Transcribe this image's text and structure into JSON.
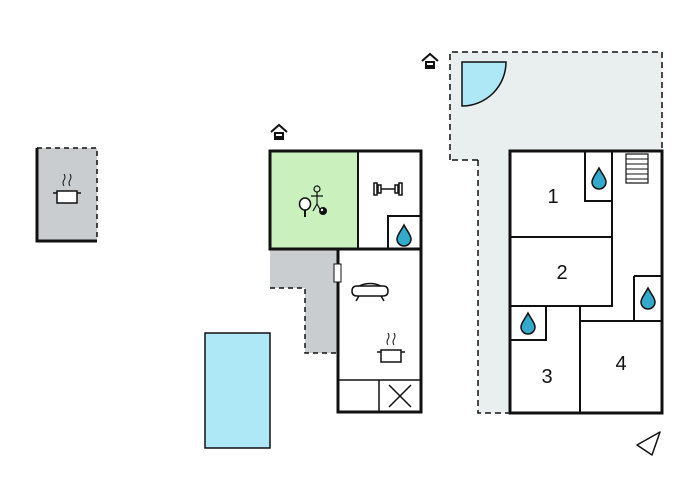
{
  "rooms": {
    "bedroom_1": "1",
    "bedroom_2": "2",
    "bedroom_3": "3",
    "bedroom_4": "4"
  },
  "icons": {
    "entrance": "house-entrance-icon",
    "cooking": "cooking-pot-icon",
    "games": "table-tennis-football-icon",
    "gym": "dumbbell-icon",
    "bathroom": "water-drop-icon",
    "sofa": "sofa-icon",
    "stove": "stove-x-icon",
    "stairs": "stairs-icon",
    "compass": "north-arrow-icon"
  },
  "colors": {
    "wall": "#111111",
    "terrace": "#e9eeee",
    "paving": "#c9cdcf",
    "pool": "#aee8f7",
    "games_room": "#c9f0bd",
    "water": "#33aacc"
  }
}
